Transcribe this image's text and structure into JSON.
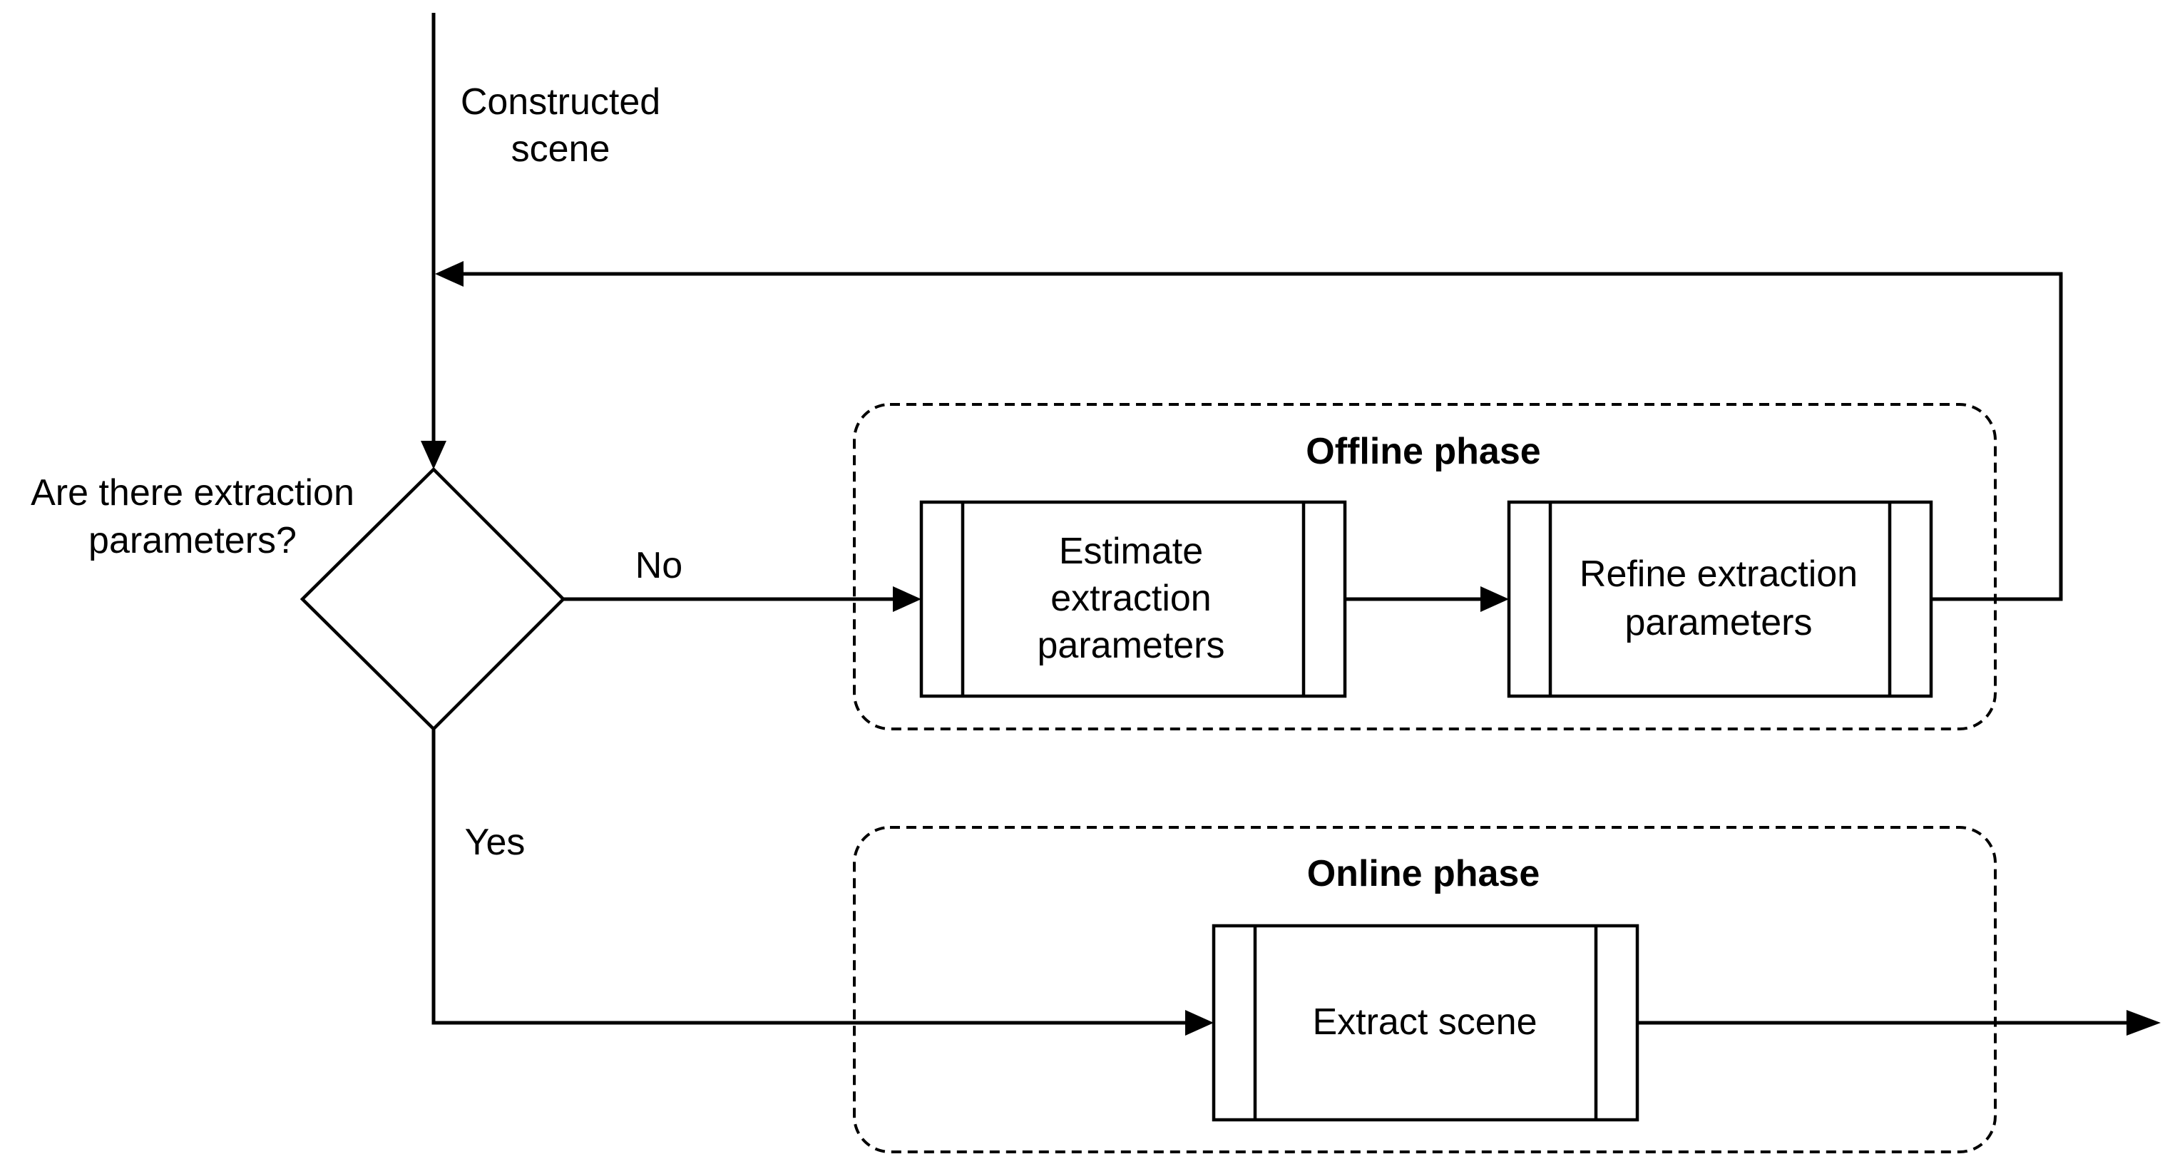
{
  "diagram": {
    "input": {
      "label_line1": "Constructed",
      "label_line2": "scene"
    },
    "decision": {
      "question_line1": "Are there extraction",
      "question_line2": "parameters?",
      "no_label": "No",
      "yes_label": "Yes"
    },
    "offline_phase": {
      "title": "Offline phase",
      "estimate": {
        "line1": "Estimate",
        "line2": "extraction",
        "line3": "parameters"
      },
      "refine": {
        "line1": "Refine extraction",
        "line2": "parameters"
      }
    },
    "online_phase": {
      "title": "Online phase",
      "extract": {
        "line1": "Extract scene"
      }
    },
    "colors": {
      "stroke": "#000000",
      "background": "#ffffff"
    }
  }
}
